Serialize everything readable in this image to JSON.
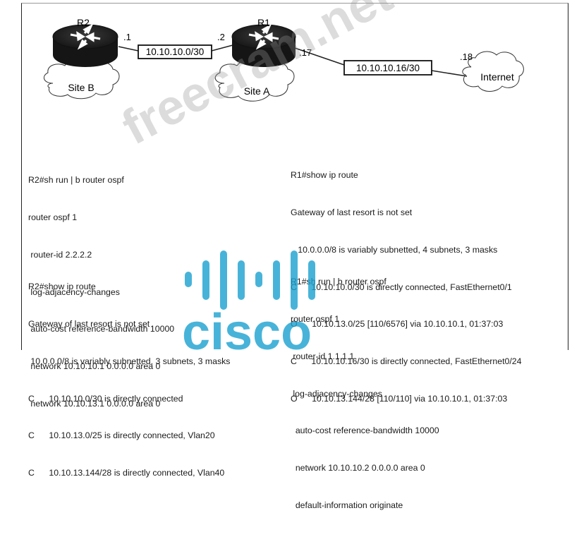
{
  "diagram": {
    "routers": [
      {
        "name": "R2",
        "site": "Site B"
      },
      {
        "name": "R1",
        "site": "Site A"
      }
    ],
    "links": [
      {
        "subnet": "10.10.10.0/30",
        "left_ip": ".1",
        "right_ip": ".2"
      },
      {
        "subnet": "10.10.10.16/30",
        "left_ip": ".17",
        "right_ip": ".18"
      }
    ],
    "internet_label": "Internet"
  },
  "r2_config": {
    "lines": [
      "R2#sh run | b router ospf",
      "router ospf 1",
      " router-id 2.2.2.2",
      " log-adjacency-changes",
      " auto-cost reference-bandwidth 10000",
      " network 10.10.10.1 0.0.0.0 area 0",
      " network 10.10.13.1 0.0.0.0 area 0"
    ]
  },
  "r2_route": {
    "lines": [
      "R2#show ip route",
      "Gateway of last resort is not set",
      " 10.0.0.0/8 is variably subnetted, 3 subnets, 3 masks",
      "C      10.10.10.0/30 is directly connected",
      "C      10.10.13.0/25 is directly connected, Vlan20",
      "C      10.10.13.144/28 is directly connected, Vlan40"
    ]
  },
  "r1_route": {
    "lines": [
      "R1#show ip route",
      "Gateway of last resort is not set",
      "   10.0.0.0/8 is variably subnetted, 4 subnets, 3 masks",
      "C      10.10.10.0/30 is directly connected, FastEthernet0/1",
      "O      10.10.13.0/25 [110/6576] via 10.10.10.1, 01:37:03",
      "C      10.10.10.16/30 is directly connected, FastEthernet0/24",
      "O      10.10.13.144/28 [110/110] via 10.10.10.1, 01:37:03"
    ]
  },
  "r1_config": {
    "lines": [
      "R1#sh run | b router ospf",
      "router ospf 1",
      " router-id 1.1.1.1",
      " log-adjacency-changes",
      "  auto-cost reference-bandwidth 10000",
      "  network 10.10.10.2 0.0.0.0 area 0",
      "  default-information originate"
    ]
  },
  "watermarks": {
    "site_text": "freecram.net",
    "logo_text": "cisco"
  },
  "colors": {
    "router_body": "#1b1b1b",
    "router_top": "#2e2e2e",
    "logo_blue": "#1aa0cf",
    "line": "#222222"
  }
}
